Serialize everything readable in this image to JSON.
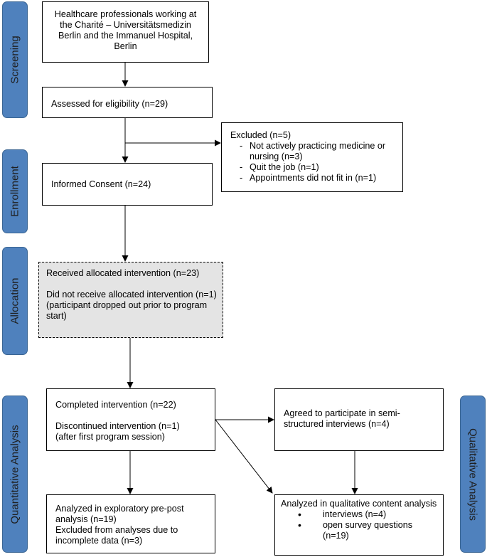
{
  "phases": {
    "screening": "Screening",
    "enrollment": "Enrollment",
    "allocation": "Allocation",
    "quantitative": "Quantitative Analysis",
    "qualitative": "Qualitative Analysis"
  },
  "boxes": {
    "healthcare": {
      "lines": [
        "Healthcare professionals working at",
        "the Charité – Universitätsmedizin",
        "Berlin and the Immanuel Hospital,",
        "Berlin"
      ]
    },
    "assessed": {
      "text": "Assessed for eligibility (n=29)"
    },
    "excluded": {
      "title": "Excluded (n=5)",
      "items": [
        "Not actively practicing medicine or nursing (n=3)",
        "Quit the job (n=1)",
        "Appointments did not fit in (n=1)"
      ]
    },
    "consent": {
      "text": "Informed Consent (n=24)"
    },
    "allocated": {
      "received": "Received allocated intervention (n=23)",
      "not_received": "Did not receive allocated intervention (n=1)",
      "note": "(participant dropped out prior to program start)"
    },
    "completed": {
      "completed": "Completed intervention (n=22)",
      "discontinued": "Discontinued intervention (n=1)",
      "note": "(after first program session)"
    },
    "agreed": {
      "text": "Agreed to participate  in semi-structured interviews (n=4)"
    },
    "analyzed_prepost": {
      "analyzed": "Analyzed in exploratory pre-post analysis (n=19)",
      "excluded": "Excluded from analyses due to incomplete data (n=3)"
    },
    "analyzed_qual": {
      "title": "Analyzed in qualitative content analysis",
      "items": [
        "interviews (n=4)",
        "open survey questions (n=19)"
      ]
    }
  }
}
